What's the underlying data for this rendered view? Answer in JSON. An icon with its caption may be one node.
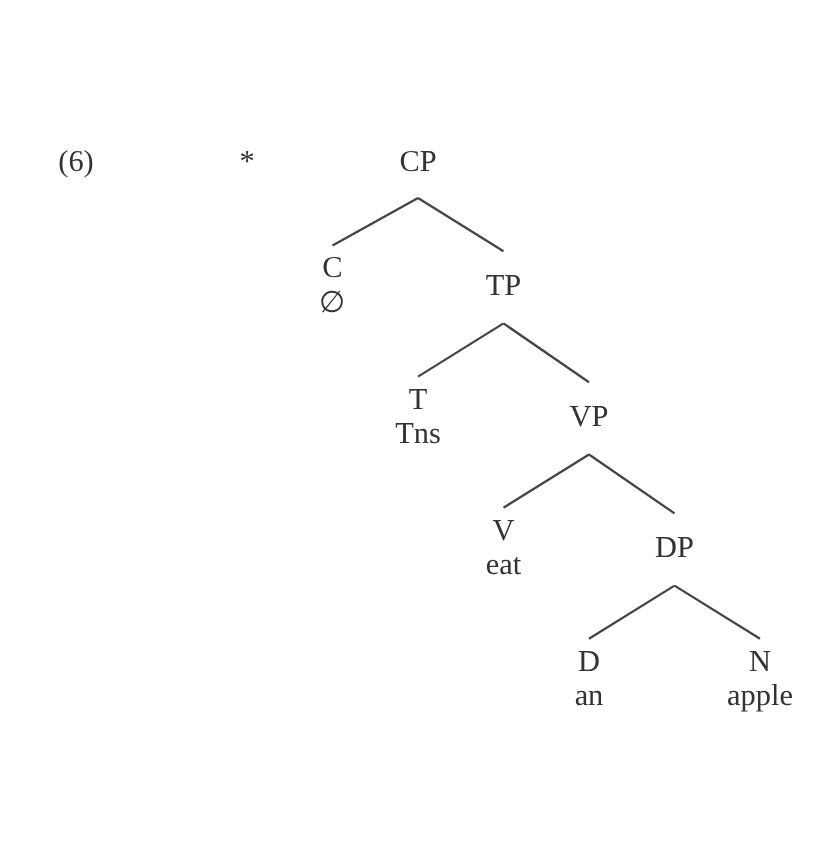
{
  "diagram": {
    "nodes": [
      {
        "text": [
          "CP"
        ]
      },
      {
        "text": [
          "C",
          "∅"
        ]
      },
      {
        "text": [
          "TP"
        ]
      },
      {
        "text": [
          "T",
          "Tns"
        ]
      },
      {
        "text": [
          "VP"
        ]
      },
      {
        "text": [
          "V",
          "eat"
        ]
      },
      {
        "text": [
          "DP"
        ]
      },
      {
        "text": [
          "D",
          "an"
        ]
      },
      {
        "text": [
          "N",
          "apple"
        ]
      }
    ],
    "edges": [
      {
        "from": 0,
        "to": 1,
        "arrow": "none"
      },
      {
        "from": 0,
        "to": 2,
        "arrow": "none"
      },
      {
        "from": 2,
        "to": 3,
        "arrow": "none"
      },
      {
        "from": 2,
        "to": 4,
        "arrow": "none"
      },
      {
        "from": 4,
        "to": 5,
        "arrow": "none"
      },
      {
        "from": 4,
        "to": 6,
        "arrow": "none"
      },
      {
        "from": 6,
        "to": 7,
        "arrow": "none"
      },
      {
        "from": 6,
        "to": 8,
        "arrow": "none"
      }
    ],
    "labels": [
      "(6)",
      "*"
    ]
  }
}
